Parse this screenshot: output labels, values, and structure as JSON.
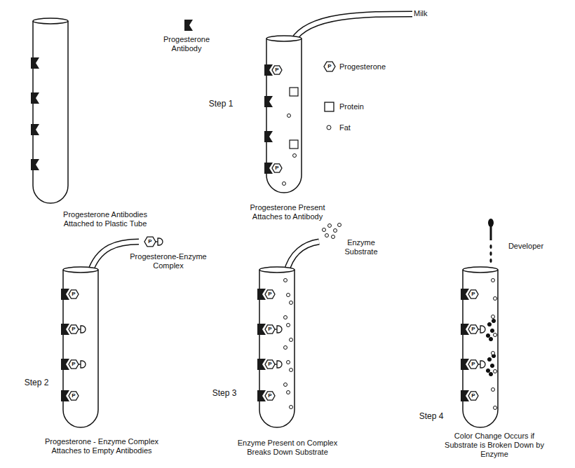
{
  "diagram": {
    "labels": [
      "Progesterone Antibody",
      "Milk",
      "Step 1",
      "Progesterone Antibodies Attached to Plastic Tube",
      "Progesterone Present Attaches to Antibody",
      "Progesterone-Enzyme Complex",
      "Step 2",
      "Enzyme Substrate",
      "Step 3",
      "Developer",
      "Step 4",
      "Progesterone - Enzyme Complex Attaches to Empty Antibodies",
      "Enzyme Present on Complex Breaks Down Substrate",
      "Color Change Occurs if Substrate is Broken Down by Enzyme",
      "P",
      "P",
      "P",
      "P",
      "P",
      "P",
      "P",
      "P",
      "P",
      "P",
      "P",
      "P",
      "P",
      "P",
      "P",
      "P"
    ],
    "legend": [
      {
        "text": "Progesterone"
      },
      {
        "text": "Protein"
      },
      {
        "text": "Fat"
      }
    ]
  }
}
